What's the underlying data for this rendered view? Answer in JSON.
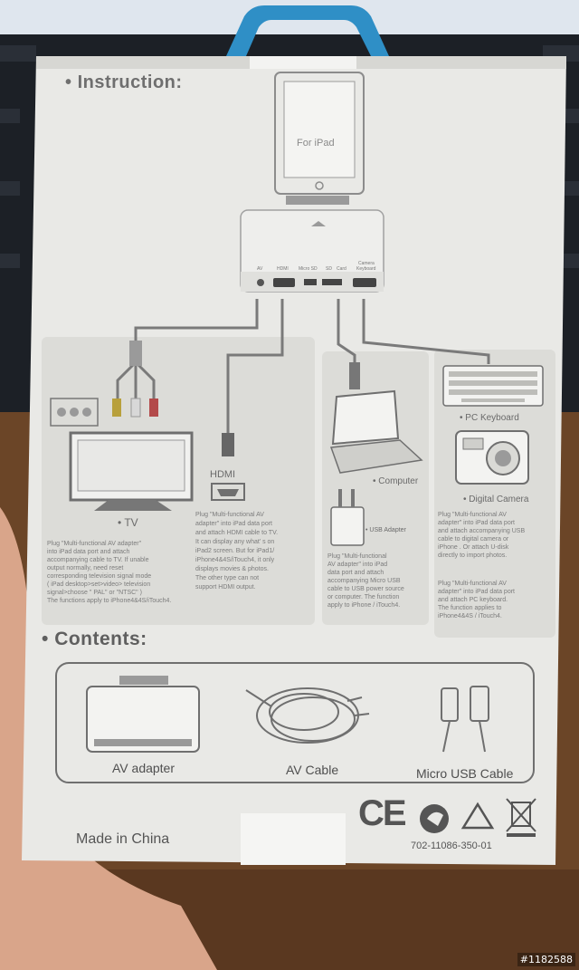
{
  "box": {
    "instruction_heading": "Instruction:",
    "contents_heading": "Contents:",
    "device_label": "For iPad",
    "port_labels": [
      "AV",
      "HDMI",
      "Micro SD",
      "SD",
      "Card",
      "Camera",
      "Keyboard"
    ],
    "hdmi_label": "HDMI",
    "tv_label": "TV",
    "computer_label": "Computer",
    "usb_adapter_label": "USB Adapter",
    "pc_keyboard_label": "PC Keyboard",
    "digital_camera_label": "Digital Camera",
    "tv_instructions": [
      "Plug \"Multi-functional AV adapter\"",
      "into iPad data port and attach",
      "accompanying cable to TV. If unable",
      "output normally, need reset",
      "corresponding television signal mode",
      "( iPad desktop>set>video> television",
      "signal>choose \" PAL\" or \"NTSC\" )",
      "The functions apply to iPhone4&4S/iTouch4."
    ],
    "hdmi_instructions": [
      "Plug \"Multi-functional AV",
      "adapter\" into iPad data port",
      "and attach HDMI cable to TV.",
      "It can display any what' s on",
      "iPad2 screen.  But for iPad1/",
      "iPhone4&4S/iTouch4, it only",
      "displays movies & photos.",
      "The other type can not",
      "support HDMI output."
    ],
    "usb_instructions": [
      "Plug \"Multi-functional",
      "AV adapter\" into iPad",
      "data port and attach",
      "accompanying Micro USB",
      "cable to USB power source",
      "or computer. The function",
      "apply to iPhone / iTouch4."
    ],
    "camera_instructions": [
      "Plug \"Multi-functional AV",
      "adapter\" into iPad data port",
      "and attach accompanying USB",
      "cable to digital camera or",
      "iPhone . Or attach U-disk",
      "directly to import photos."
    ],
    "keyboard_instructions": [
      "Plug \"Multi-functional AV",
      "adapter\" into iPad data port",
      "and attach PC keyboard.",
      "The function applies to",
      "iPhone4&4S / iTouch4."
    ],
    "contents": [
      "AV adapter",
      "AV Cable",
      "Micro USB Cable"
    ],
    "made_in": "Made in China",
    "product_code": "702-11086-350-01",
    "ce_mark": "CE"
  },
  "watermark": "#1182588",
  "colors": {
    "box_white": "#e9e9e6",
    "panel_grey": "#dcdcd8",
    "ink_grey": "#6f6f6f",
    "hanger_blue": "#2f8fc6",
    "desk_wood": "#6b4527"
  }
}
